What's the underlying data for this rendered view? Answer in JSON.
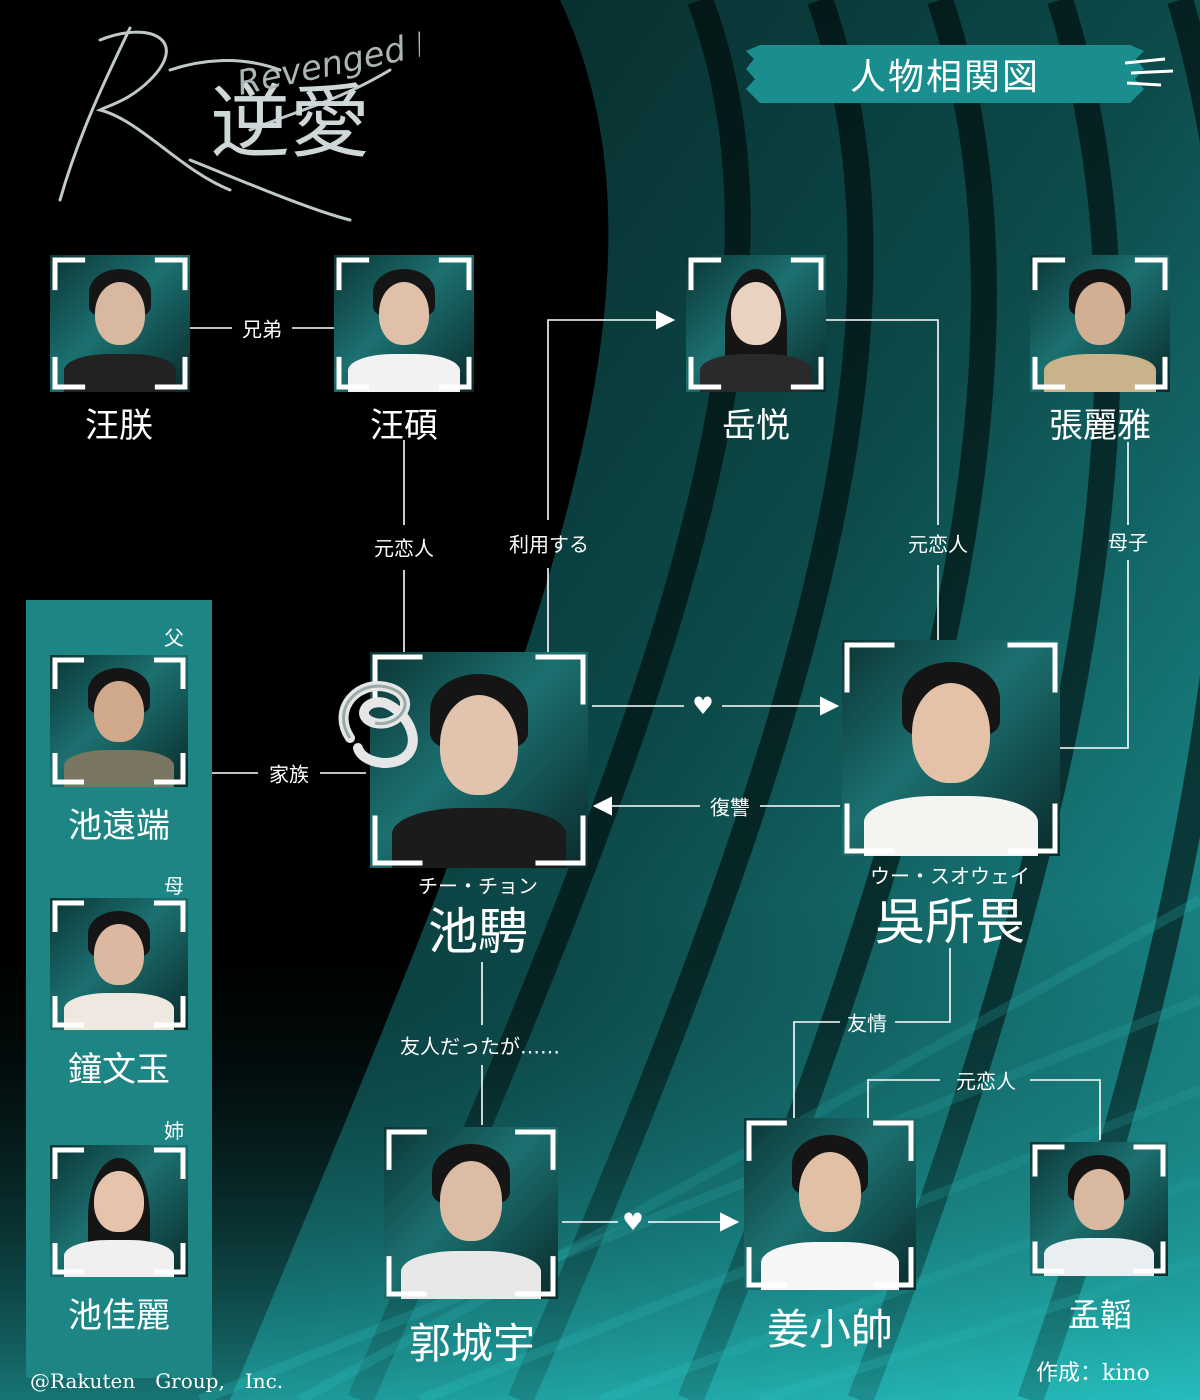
{
  "logo": {
    "text": "逆愛",
    "subtitle": "Revenged Love"
  },
  "title": "人物相関図",
  "characters": {
    "wang_zhen": {
      "name": "汪朕"
    },
    "wang_shuo": {
      "name": "汪碩"
    },
    "yue_yue": {
      "name": "岳悦"
    },
    "zhang_liya": {
      "name": "張麗雅"
    },
    "chi_cheng": {
      "name": "池騁",
      "ruby": "チー・チョン"
    },
    "wu_suowei": {
      "name": "吳所畏",
      "ruby": "ウー・スオウェイ"
    },
    "guo_chengyu": {
      "name": "郭城宇"
    },
    "jiang_xiaoshuai": {
      "name": "姜小帥"
    },
    "meng_tao": {
      "name": "孟韜"
    }
  },
  "family": {
    "members": [
      {
        "tag": "父",
        "name": "池遠端"
      },
      {
        "tag": "母",
        "name": "鐘文玉"
      },
      {
        "tag": "姉",
        "name": "池佳麗"
      }
    ]
  },
  "relations": {
    "brothers": "兄弟",
    "ex_wang_chi": "元恋人",
    "uses": "利用する",
    "ex_yue_wu": "元恋人",
    "mother_child": "母子",
    "family": "家族",
    "love_chi_wu": "♥",
    "revenge": "復讐",
    "friends_once": "友人だったが……",
    "friendship": "友情",
    "ex_jiang_meng": "元恋人",
    "love_guo_jiang": "♥"
  },
  "footer": {
    "copyright": "@Rakuten　Group,　Inc.",
    "author": "作成：kino"
  },
  "colors": {
    "teal_dark": "#0b4444",
    "teal": "#1a8e8e",
    "teal_bright": "#2fd0d0",
    "background": "#000000",
    "text": "#ffffff"
  },
  "icons": {
    "snake": "snake-icon",
    "heart": "heart-icon",
    "arrow": "arrow-icon"
  }
}
